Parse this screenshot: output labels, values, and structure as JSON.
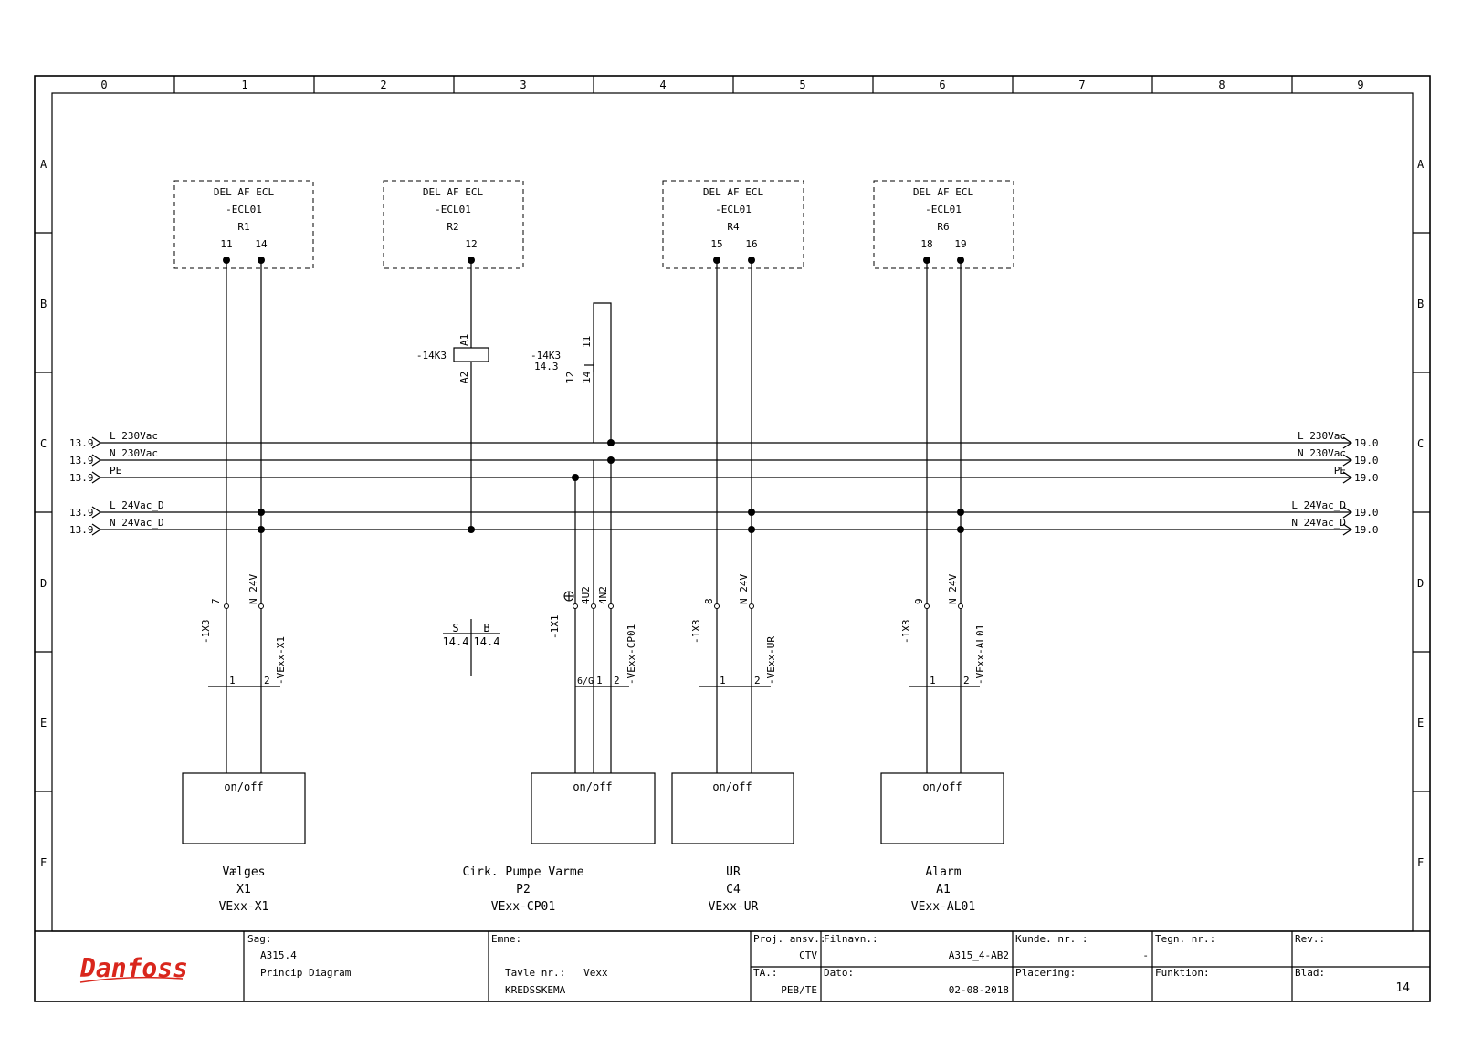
{
  "frame": {
    "columns": [
      "0",
      "1",
      "2",
      "3",
      "4",
      "5",
      "6",
      "7",
      "8",
      "9"
    ],
    "rows": [
      "A",
      "B",
      "C",
      "D",
      "E",
      "F"
    ]
  },
  "ecl_boxes": [
    {
      "title": "DEL AF ECL",
      "device": "-ECL01",
      "relay": "R1",
      "terminals": [
        "11",
        "14"
      ]
    },
    {
      "title": "DEL AF ECL",
      "device": "-ECL01",
      "relay": "R2",
      "terminals": [
        "12"
      ]
    },
    {
      "title": "DEL AF ECL",
      "device": "-ECL01",
      "relay": "R4",
      "terminals": [
        "15",
        "16"
      ]
    },
    {
      "title": "DEL AF ECL",
      "device": "-ECL01",
      "relay": "R6",
      "terminals": [
        "18",
        "19"
      ]
    }
  ],
  "coil": {
    "tag": "-14K3",
    "pin_top": "A1",
    "pin_bottom": "A2"
  },
  "contact": {
    "tag": "-14K3",
    "ref": "14.3",
    "pin_top": "11",
    "pin_a": "12",
    "pin_b": "14"
  },
  "cross_ref": {
    "left_top": "S",
    "left_bottom": "14.4",
    "right_top": "B",
    "right_bottom": "14.4"
  },
  "buses": [
    {
      "from": "13.9",
      "label": "L 230Vac",
      "to": "19.0"
    },
    {
      "from": "13.9",
      "label": "N 230Vac",
      "to": "19.0"
    },
    {
      "from": "13.9",
      "label": "PE",
      "to": "19.0"
    },
    {
      "from": "13.9",
      "label": "L 24Vac_D",
      "to": "19.0"
    },
    {
      "from": "13.9",
      "label": "N 24Vac_D",
      "to": "19.0"
    }
  ],
  "terminal_strips": [
    {
      "strip": "-1X3",
      "t1": "7",
      "t2": "N 24V",
      "cable": "-VExx-X1",
      "c1": "1",
      "c2": "2"
    },
    {
      "strip": "-1X1",
      "t1": "⏚",
      "t2": "4U2",
      "t3": "4N2",
      "cable": "-VExx-CP01",
      "c1": "6/G",
      "c2": "1",
      "c3": "2"
    },
    {
      "strip": "-1X3",
      "t1": "8",
      "t2": "N 24V",
      "cable": "-VExx-UR",
      "c1": "1",
      "c2": "2"
    },
    {
      "strip": "-1X3",
      "t1": "9",
      "t2": "N 24V",
      "cable": "-VExx-AL01",
      "c1": "1",
      "c2": "2"
    }
  ],
  "loads": [
    {
      "label": "on/off",
      "name": "Vælges",
      "tag": "X1",
      "code": "VExx-X1"
    },
    {
      "label": "on/off",
      "name": "Cirk. Pumpe Varme",
      "tag": "P2",
      "code": "VExx-CP01"
    },
    {
      "label": "on/off",
      "name": "UR",
      "tag": "C4",
      "code": "VExx-UR"
    },
    {
      "label": "on/off",
      "name": "Alarm",
      "tag": "A1",
      "code": "VExx-AL01"
    }
  ],
  "title_block": {
    "logo": "Danfoss",
    "sag_label": "Sag:",
    "sag_value": "A315.4",
    "sag_desc": "Princip Diagram",
    "emne_label": "Emne:",
    "tavle": "Tavle nr.:   Vexx",
    "kredsskema": "KREDSSKEMA",
    "proj_label": "Proj. ansv.:",
    "proj_value": "CTV",
    "ta_label": "TA.:",
    "ta_value": "PEB/TE",
    "filnavn_label": "Filnavn.:",
    "filnavn_value": "A315_4-AB2",
    "dato_label": "Dato:",
    "dato_value": "02-08-2018",
    "kunde_label": "Kunde. nr. :",
    "kunde_value": "-",
    "placering_label": "Placering:",
    "tegn_label": "Tegn. nr.:",
    "funktion_label": "Funktion:",
    "rev_label": "Rev.:",
    "blad_label": "Blad:",
    "blad_value": "14"
  }
}
